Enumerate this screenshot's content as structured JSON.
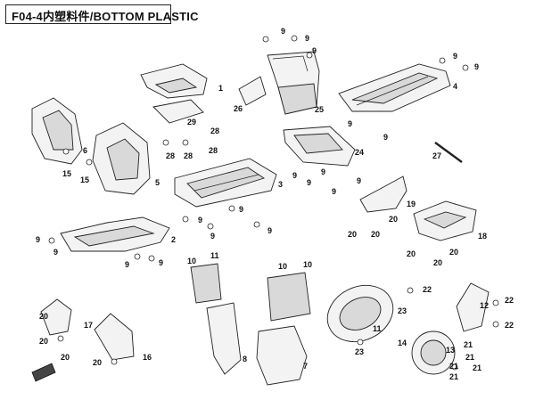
{
  "title": "F04-4内塑料件/BOTTOM PLASTIC",
  "callouts": [
    {
      "id": "c1",
      "text": "9"
    },
    {
      "id": "c2",
      "text": "9"
    },
    {
      "id": "c3",
      "text": "9"
    },
    {
      "id": "c4",
      "text": "26"
    },
    {
      "id": "c5",
      "text": "25"
    },
    {
      "id": "c6",
      "text": "9"
    },
    {
      "id": "c7",
      "text": "9"
    },
    {
      "id": "c8",
      "text": "4"
    },
    {
      "id": "c9",
      "text": "1"
    },
    {
      "id": "c10",
      "text": "29"
    },
    {
      "id": "c11",
      "text": "28"
    },
    {
      "id": "c12",
      "text": "28"
    },
    {
      "id": "c13",
      "text": "28"
    },
    {
      "id": "c14",
      "text": "28"
    },
    {
      "id": "c15",
      "text": "9"
    },
    {
      "id": "c16",
      "text": "9"
    },
    {
      "id": "c17",
      "text": "6"
    },
    {
      "id": "c18",
      "text": "15"
    },
    {
      "id": "c19",
      "text": "15"
    },
    {
      "id": "c20",
      "text": "5"
    },
    {
      "id": "c21",
      "text": "24"
    },
    {
      "id": "c22",
      "text": "27"
    },
    {
      "id": "c23",
      "text": "9"
    },
    {
      "id": "c24",
      "text": "9"
    },
    {
      "id": "c25",
      "text": "9"
    },
    {
      "id": "c26",
      "text": "9"
    },
    {
      "id": "c27",
      "text": "3"
    },
    {
      "id": "c28",
      "text": "9"
    },
    {
      "id": "c29",
      "text": "9"
    },
    {
      "id": "c30",
      "text": "9"
    },
    {
      "id": "c31",
      "text": "9"
    },
    {
      "id": "c32",
      "text": "9"
    },
    {
      "id": "c33",
      "text": "19"
    },
    {
      "id": "c34",
      "text": "20"
    },
    {
      "id": "c35",
      "text": "20"
    },
    {
      "id": "c36",
      "text": "20"
    },
    {
      "id": "c37",
      "text": "18"
    },
    {
      "id": "c38",
      "text": "20"
    },
    {
      "id": "c39",
      "text": "20"
    },
    {
      "id": "c40",
      "text": "20"
    },
    {
      "id": "c41",
      "text": "9"
    },
    {
      "id": "c42",
      "text": "9"
    },
    {
      "id": "c43",
      "text": "2"
    },
    {
      "id": "c44",
      "text": "9"
    },
    {
      "id": "c45",
      "text": "9"
    },
    {
      "id": "c46",
      "text": "10"
    },
    {
      "id": "c47",
      "text": "11"
    },
    {
      "id": "c48",
      "text": "10"
    },
    {
      "id": "c49",
      "text": "10"
    },
    {
      "id": "c50",
      "text": "22"
    },
    {
      "id": "c51",
      "text": "23"
    },
    {
      "id": "c52",
      "text": "12"
    },
    {
      "id": "c53",
      "text": "22"
    },
    {
      "id": "c54",
      "text": "22"
    },
    {
      "id": "c55",
      "text": "20"
    },
    {
      "id": "c56",
      "text": "17"
    },
    {
      "id": "c57",
      "text": "20"
    },
    {
      "id": "c58",
      "text": "20"
    },
    {
      "id": "c59",
      "text": "16"
    },
    {
      "id": "c60",
      "text": "20"
    },
    {
      "id": "c61",
      "text": "8"
    },
    {
      "id": "c62",
      "text": "7"
    },
    {
      "id": "c63",
      "text": "11"
    },
    {
      "id": "c64",
      "text": "14"
    },
    {
      "id": "c65",
      "text": "23"
    },
    {
      "id": "c66",
      "text": "21"
    },
    {
      "id": "c67",
      "text": "13"
    },
    {
      "id": "c68",
      "text": "21"
    },
    {
      "id": "c69",
      "text": "21"
    },
    {
      "id": "c70",
      "text": "21"
    },
    {
      "id": "c71",
      "text": "21"
    }
  ]
}
